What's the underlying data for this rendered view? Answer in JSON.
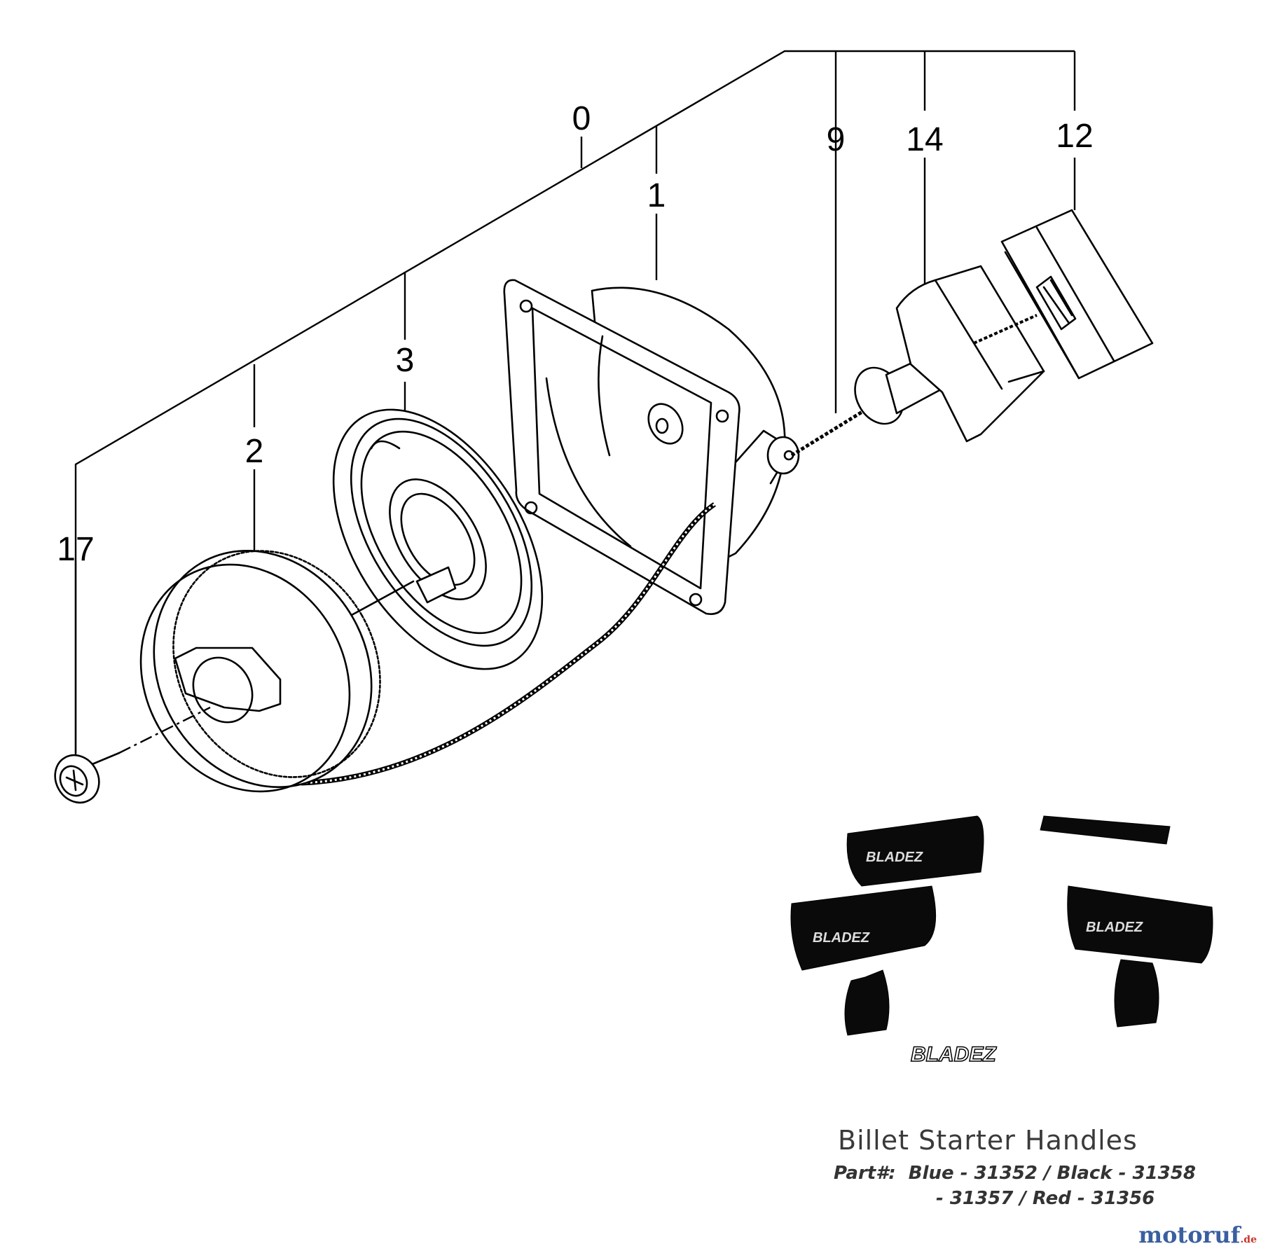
{
  "callouts": {
    "c0": "0",
    "c1": "1",
    "c2": "2",
    "c3": "3",
    "c9": "9",
    "c12": "12",
    "c14": "14",
    "c17": "17"
  },
  "caption": {
    "title": "Billet Starter Handles",
    "parts_line1": "Part#:  Blue - 31352 / Black - 31358",
    "parts_line2": "- 31357 / Red - 31356"
  },
  "logo": {
    "brand": "BLADEZ"
  },
  "watermark": {
    "site": "motoruf",
    "tld": ".de"
  }
}
